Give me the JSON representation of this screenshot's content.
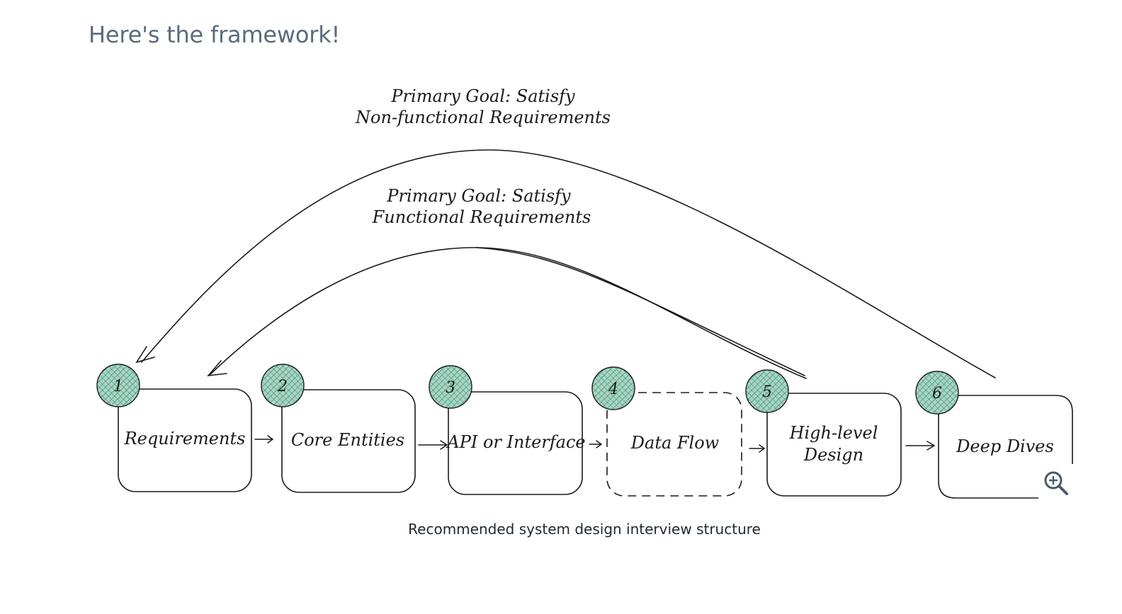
{
  "heading": "Here's the framework!",
  "caption": "Recommended system design interview structure",
  "diagram": {
    "goals": {
      "non_functional": [
        "Primary Goal: Satisfy",
        "Non-functional Requirements"
      ],
      "functional": [
        "Primary Goal: Satisfy",
        "Functional Requirements"
      ]
    },
    "steps": [
      {
        "number": "1",
        "lines": [
          "Requirements"
        ]
      },
      {
        "number": "2",
        "lines": [
          "Core Entities"
        ]
      },
      {
        "number": "3",
        "lines": [
          "API or Interface"
        ]
      },
      {
        "number": "4",
        "lines": [
          "Data Flow"
        ],
        "optional": true
      },
      {
        "number": "5",
        "lines": [
          "High-level",
          "Design"
        ]
      },
      {
        "number": "6",
        "lines": [
          "Deep Dives"
        ]
      }
    ],
    "colors": {
      "badge_fill": "#8fc7b3",
      "badge_hatch": "#2f7a63",
      "stroke": "#1a1a1a"
    }
  },
  "zoom_icon": "zoom-in-icon"
}
